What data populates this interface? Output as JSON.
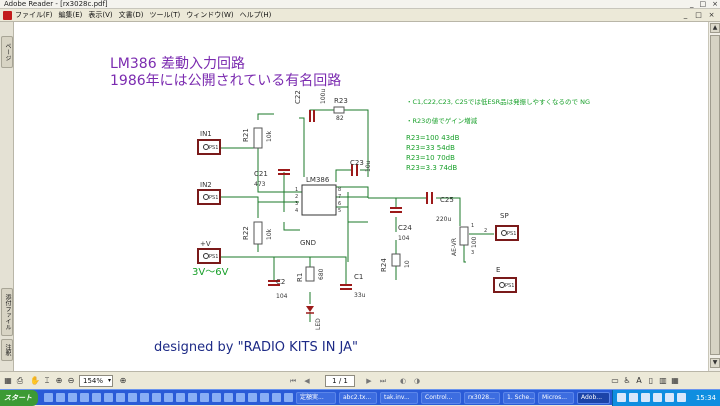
{
  "window": {
    "title": "Adobe Reader - [rx3028c.pdf]",
    "controls": [
      "_",
      "□",
      "×"
    ]
  },
  "menu": {
    "items": [
      "ファイル(F)",
      "編集(E)",
      "表示(V)",
      "文書(D)",
      "ツール(T)",
      "ウィンドウ(W)",
      "ヘルプ(H)"
    ],
    "right_controls": [
      "_",
      "□",
      "×"
    ]
  },
  "left_tabs": [
    "ページ",
    "添付ファイル",
    "注釈"
  ],
  "document": {
    "title_line1": "LM386 差動入力回路",
    "title_line2": "1986年には公開されている有名回路",
    "credit": "designed by \"RADIO KITS IN JA\"",
    "note1": "・C1,C22,C23, C25では低ESR品は発振しやすくなるので  NG",
    "note2": "・R23の値でゲイン増減",
    "gain_table": [
      "R23=100  43dB",
      "R23=33    54dB",
      "R23=10   70dB",
      "R23=3.3   74dB"
    ],
    "labels": {
      "in1": "IN1",
      "in2": "IN2",
      "vplus": "+V",
      "supply": "3V〜6V",
      "sp": "SP",
      "e": "E",
      "ps": "PS1",
      "chip": "LM386",
      "gnd": "GND",
      "ae_vr": "AE-VR",
      "r21": "R21",
      "r21v": "10k",
      "r22": "R22",
      "r22v": "10k",
      "c21": "C21",
      "c21v": "473",
      "c22": "C22",
      "c22v": "100u",
      "r23": "R23",
      "r23v": "82",
      "c23": "C23",
      "c23v": "10u",
      "c24": "C24",
      "c24v": "104",
      "r24": "R24",
      "r24v": "10",
      "c25": "C25",
      "c25v": "220u",
      "vr100": "100",
      "c2": "C2",
      "c2v": "104",
      "r1": "R1",
      "r1v": "680",
      "led": "LED",
      "c1": "C1",
      "c1v": "33u",
      "pin1": "1",
      "pin2": "2",
      "pin3": "3",
      "pin4": "4",
      "pin5": "5",
      "pin6": "6",
      "pin7": "7",
      "pin8": "8",
      "vr1": "1",
      "vr2": "2",
      "vr3": "3"
    },
    "colors": {
      "title": "#7b2bb0",
      "credit": "#1d2a86",
      "note": "#18a02a",
      "wire": "#1b7a2a",
      "comp": "#9c1a1a",
      "pad": "#7a1a1a",
      "text": "#333333"
    }
  },
  "status": {
    "zoom": "154%",
    "page": "1 / 1"
  },
  "taskbar": {
    "start": "スタート",
    "buttons": [
      "定額実...",
      "abc2.tx...",
      "tak.inv...",
      "Control...",
      "rx3028...",
      "1. Sche...",
      "Micros...",
      "Adob..."
    ],
    "clock": "15:34"
  }
}
